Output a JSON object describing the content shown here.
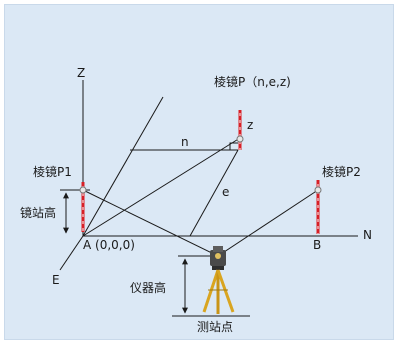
{
  "labels": {
    "axis_z": "Z",
    "axis_e": "E",
    "axis_n": "N",
    "prism_p": "棱镜P（n,e,z)",
    "prism_p1": "棱镜P1",
    "prism_p2": "棱镜P2",
    "origin": "A  (0,0,0)",
    "point_b": "B",
    "dim_n": "n",
    "dim_e": "e",
    "dim_z": "z",
    "mirror_station_height": "镜站高",
    "instrument_height": "仪器高",
    "station_point": "测站点"
  },
  "colors": {
    "background": "#dbe8f5",
    "line": "#1a1a1a",
    "prism_pole": "#d81f26",
    "tripod": "#d9a520",
    "instrument": "#4a4a4a"
  }
}
